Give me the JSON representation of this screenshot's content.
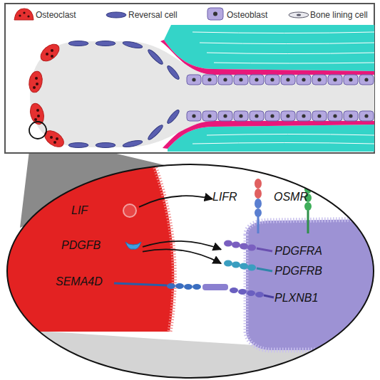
{
  "diagram": {
    "nodes": [
      {
        "text": [
          "LIF"
        ]
      },
      {
        "text": [
          "PDGFB"
        ]
      },
      {
        "text": [
          "SEMA4D"
        ]
      },
      {
        "text": [
          "LIFR"
        ]
      },
      {
        "text": [
          "OSMR"
        ]
      },
      {
        "text": [
          "PDGFRA"
        ]
      },
      {
        "text": [
          "PDGFRB"
        ]
      },
      {
        "text": [
          "PLXNB1"
        ]
      }
    ],
    "edges": [
      {
        "from": 0,
        "to": 3,
        "arrow": "to"
      },
      {
        "from": 1,
        "to": 5,
        "arrow": "to"
      },
      {
        "from": 1,
        "to": 6,
        "arrow": "to"
      }
    ],
    "legend": [
      {
        "text": "Osteoclast"
      },
      {
        "text": "Reversal cell"
      },
      {
        "text": "Osteoblast"
      },
      {
        "text": "Bone lining cell"
      }
    ]
  }
}
